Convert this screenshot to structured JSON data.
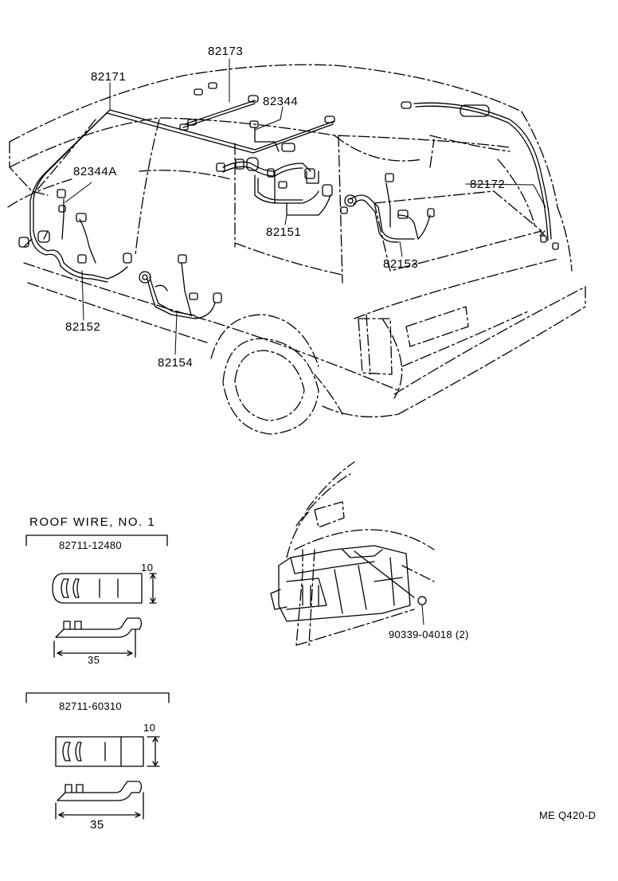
{
  "callouts": {
    "c82173": "82173",
    "c82171": "82171",
    "c82344": "82344",
    "c82344A": "82344A",
    "c82172": "82172",
    "c82151": "82151",
    "c82153": "82153",
    "c82152": "82152",
    "c82154": "82154",
    "c90339": "90339-04018 (2)"
  },
  "clips": {
    "header": "ROOF  WIRE,  NO. 1",
    "clip1": {
      "part": "82711-12480",
      "height": "10",
      "length": "35"
    },
    "clip2": {
      "part": "82711-60310",
      "height": "10",
      "length": "35"
    }
  },
  "ref_code": "ME Q420-D"
}
